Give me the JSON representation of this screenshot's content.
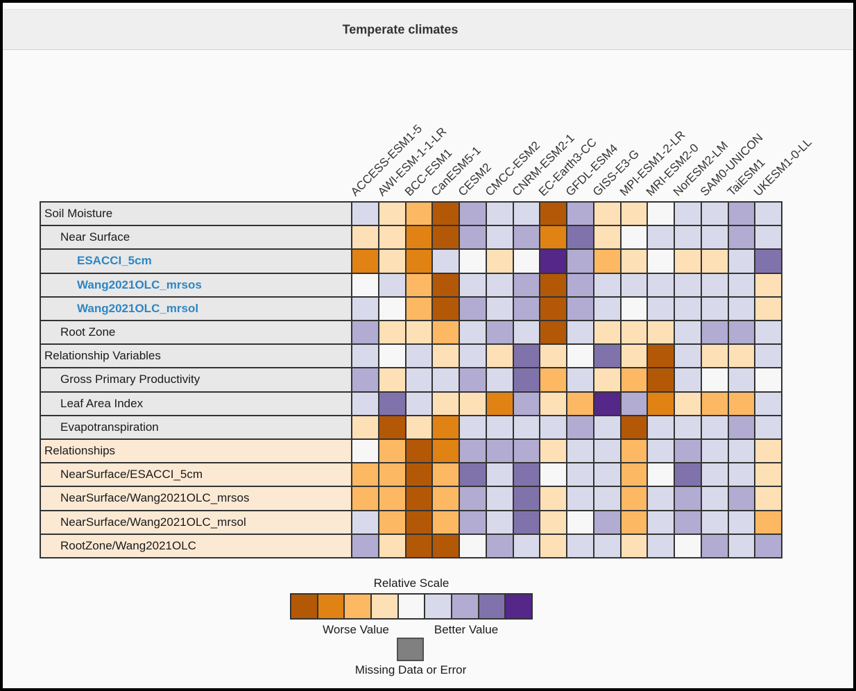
{
  "header": {
    "title": "Temperate climates"
  },
  "chart_data": {
    "type": "heatmap",
    "title": "Temperate climates",
    "columns": [
      "ACCESS-ESM1-5",
      "AWI-ESM-1-1-LR",
      "BCC-ESM1",
      "CanESM5-1",
      "CESM2",
      "CMCC-ESM2",
      "CNRM-ESM2-1",
      "EC-Earth3-CC",
      "GFDL-ESM4",
      "GISS-E3-G",
      "MPI-ESM1-2-LR",
      "MRI-ESM2-0",
      "NorESM2-LM",
      "SAM0-UNICON",
      "TaiESM1",
      "UKESM1-0-LL"
    ],
    "palette": {
      "O4": "#b35806",
      "O3": "#e08214",
      "O2": "#fdb863",
      "O1": "#fee0b6",
      "N": "#f7f7f7",
      "P1": "#d8daeb",
      "P2": "#b2abd2",
      "P3": "#8073ac",
      "P4": "#542788"
    },
    "row_backgrounds": {
      "gray": "#e8e8e8",
      "peach": "#fce9d4"
    },
    "link_color": "#2e86c4",
    "rows": [
      {
        "label": "Soil Moisture",
        "indent": 0,
        "group": "gray",
        "link": false,
        "cells": [
          "P1",
          "O1",
          "O2",
          "O4",
          "P2",
          "P1",
          "P1",
          "O4",
          "P2",
          "O1",
          "O1",
          "N",
          "P1",
          "P1",
          "P2",
          "P1"
        ]
      },
      {
        "label": "Near Surface",
        "indent": 1,
        "group": "gray",
        "link": false,
        "cells": [
          "O1",
          "O1",
          "O3",
          "O4",
          "P2",
          "P1",
          "P2",
          "O3",
          "P3",
          "O1",
          "N",
          "P1",
          "P1",
          "P1",
          "P2",
          "P1"
        ]
      },
      {
        "label": "ESACCI_5cm",
        "indent": 2,
        "group": "gray",
        "link": true,
        "cells": [
          "O3",
          "O1",
          "O3",
          "P1",
          "N",
          "O1",
          "N",
          "P4",
          "P2",
          "O2",
          "O1",
          "N",
          "O1",
          "O1",
          "P1",
          "P3"
        ]
      },
      {
        "label": "Wang2021OLC_mrsos",
        "indent": 2,
        "group": "gray",
        "link": true,
        "cells": [
          "N",
          "P1",
          "O2",
          "O4",
          "P1",
          "P1",
          "P2",
          "O4",
          "P2",
          "P1",
          "P1",
          "P1",
          "P1",
          "P1",
          "P1",
          "O1"
        ]
      },
      {
        "label": "Wang2021OLC_mrsol",
        "indent": 2,
        "group": "gray",
        "link": true,
        "cells": [
          "P1",
          "N",
          "O2",
          "O4",
          "P2",
          "P1",
          "P2",
          "O4",
          "P2",
          "P1",
          "N",
          "P1",
          "P1",
          "P1",
          "P1",
          "O1"
        ]
      },
      {
        "label": "Root Zone",
        "indent": 1,
        "group": "gray",
        "link": false,
        "cells": [
          "P2",
          "O1",
          "O1",
          "O2",
          "P1",
          "P2",
          "P1",
          "O4",
          "P1",
          "O1",
          "O1",
          "O1",
          "P1",
          "P2",
          "P2",
          "P1"
        ]
      },
      {
        "label": "Relationship Variables",
        "indent": 0,
        "group": "gray",
        "link": false,
        "cells": [
          "P1",
          "N",
          "P1",
          "O1",
          "P1",
          "O1",
          "P3",
          "O1",
          "N",
          "P3",
          "O1",
          "O4",
          "P1",
          "O1",
          "O1",
          "P1"
        ]
      },
      {
        "label": "Gross Primary Productivity",
        "indent": 1,
        "group": "gray",
        "link": false,
        "cells": [
          "P2",
          "O1",
          "P1",
          "P1",
          "P2",
          "P1",
          "P3",
          "O2",
          "P1",
          "O1",
          "O2",
          "O4",
          "P1",
          "N",
          "P1",
          "N"
        ]
      },
      {
        "label": "Leaf Area Index",
        "indent": 1,
        "group": "gray",
        "link": false,
        "cells": [
          "P1",
          "P3",
          "P1",
          "O1",
          "O1",
          "O3",
          "P2",
          "O1",
          "O2",
          "P4",
          "P2",
          "O3",
          "O1",
          "O2",
          "O2",
          "P1"
        ]
      },
      {
        "label": "Evapotranspiration",
        "indent": 1,
        "group": "gray",
        "link": false,
        "cells": [
          "O1",
          "O4",
          "O1",
          "O3",
          "P1",
          "P1",
          "P1",
          "P1",
          "P2",
          "P1",
          "O4",
          "P1",
          "P1",
          "P1",
          "P2",
          "P1"
        ]
      },
      {
        "label": "Relationships",
        "indent": 0,
        "group": "peach",
        "link": false,
        "cells": [
          "N",
          "O2",
          "O4",
          "O3",
          "P2",
          "P2",
          "P2",
          "O1",
          "P1",
          "P1",
          "O2",
          "P1",
          "P2",
          "P1",
          "P1",
          "O1"
        ]
      },
      {
        "label": "NearSurface/ESACCI_5cm",
        "indent": 1,
        "group": "peach",
        "link": false,
        "cells": [
          "O2",
          "O2",
          "O4",
          "O2",
          "P3",
          "P1",
          "P3",
          "N",
          "P1",
          "P1",
          "O2",
          "N",
          "P3",
          "P1",
          "P1",
          "O1"
        ]
      },
      {
        "label": "NearSurface/Wang2021OLC_mrsos",
        "indent": 1,
        "group": "peach",
        "link": false,
        "cells": [
          "O2",
          "O2",
          "O4",
          "O2",
          "P2",
          "P1",
          "P3",
          "O1",
          "P1",
          "P1",
          "O2",
          "P1",
          "P2",
          "P1",
          "P2",
          "O1"
        ]
      },
      {
        "label": "NearSurface/Wang2021OLC_mrsol",
        "indent": 1,
        "group": "peach",
        "link": false,
        "cells": [
          "P1",
          "O2",
          "O4",
          "O2",
          "P2",
          "P1",
          "P3",
          "O1",
          "N",
          "P2",
          "O2",
          "P1",
          "P2",
          "P1",
          "P1",
          "O2"
        ]
      },
      {
        "label": "RootZone/Wang2021OLC",
        "indent": 1,
        "group": "peach",
        "link": false,
        "cells": [
          "P2",
          "O1",
          "O4",
          "O4",
          "N",
          "P2",
          "P1",
          "O1",
          "P1",
          "P1",
          "O1",
          "P1",
          "N",
          "P2",
          "P1",
          "P2"
        ]
      }
    ],
    "legend": {
      "title": "Relative Scale",
      "scale_order": [
        "O4",
        "O3",
        "O2",
        "O1",
        "N",
        "P1",
        "P2",
        "P3",
        "P4"
      ],
      "worse_label": "Worse Value",
      "better_label": "Better Value",
      "missing_label": "Missing Data or Error",
      "missing_color": "#808080"
    }
  }
}
